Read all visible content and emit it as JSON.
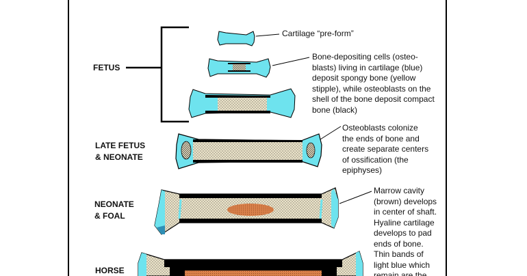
{
  "stage_labels": {
    "fetus": "FETUS",
    "late_fetus_line1": "LATE FETUS",
    "late_fetus_line2": "& NEONATE",
    "neonate_line1": "NEONATE",
    "neonate_line2": "& FOAL",
    "horse": "HORSE"
  },
  "captions": {
    "cartilage": "Cartilage “pre-form”",
    "bone_depositing": [
      "Bone-depositing cells (osteo-",
      "blasts) living in cartilage (blue)",
      "deposit spongy bone (yellow",
      "stipple), while osteoblasts on the",
      "shell of the bone deposit compact",
      "bone (black)"
    ],
    "osteoblasts": [
      "Osteoblasts colonize",
      "the ends of bone and",
      "create separate centers",
      "of ossification (the",
      "epiphyses)"
    ],
    "marrow": [
      "Marrow cavity",
      "(brown) develops",
      "in center of shaft.",
      "Hyaline cartilage",
      "develops to pad",
      "ends of bone.",
      "Thin bands of",
      "light blue which",
      "remain are the"
    ]
  },
  "colors": {
    "cartilage": "#6ee3ee",
    "spongy_bone": "#ebe3c9",
    "compact_bone": "#000000",
    "marrow": "#d9804a"
  }
}
